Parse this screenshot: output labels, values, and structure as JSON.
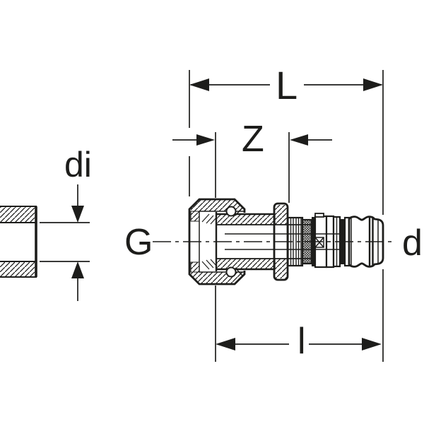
{
  "figure": {
    "line_color": "#1d1d1b",
    "background": "#ffffff"
  },
  "labels": {
    "dim_L": "L",
    "dim_Z": "Z",
    "dim_di": "di",
    "dim_G": "G",
    "dim_d": "d",
    "dim_l": "l"
  }
}
